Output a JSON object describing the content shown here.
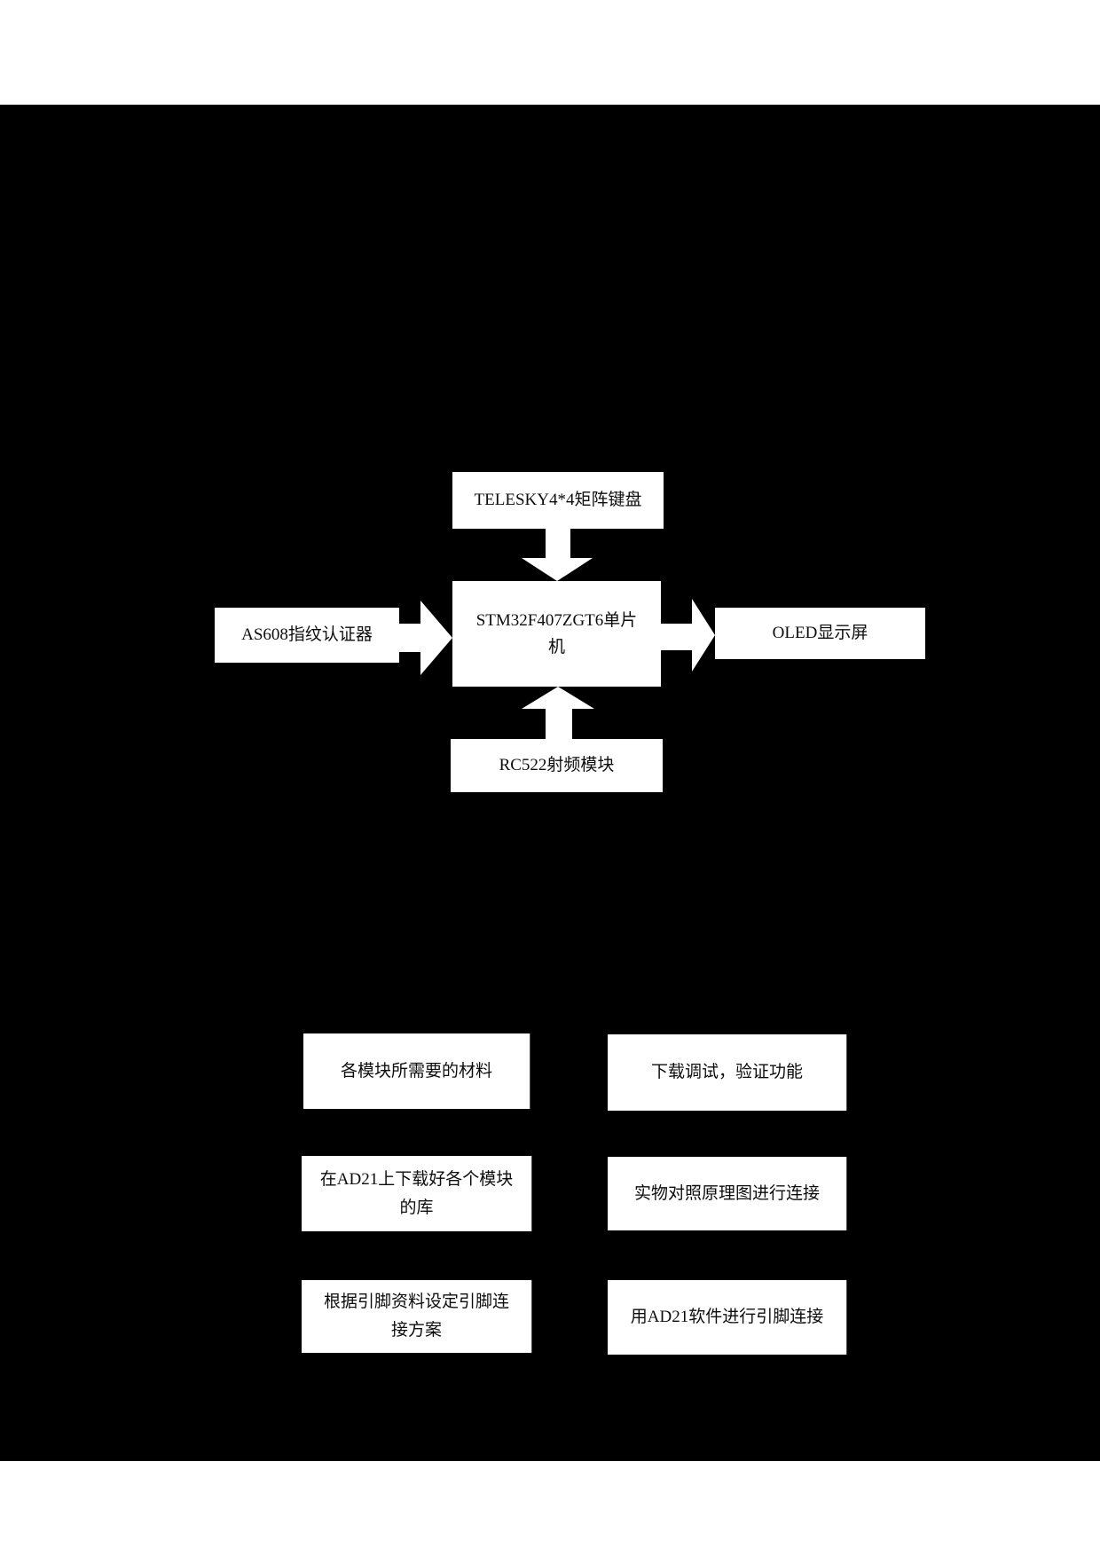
{
  "page": {
    "background_color": "#000000",
    "margin_color": "#ffffff",
    "accent_color": "#ffffff"
  },
  "block_diagram": {
    "top_box": "TELESKY4*4矩阵键盘",
    "left_box": "AS608指纹认证器",
    "center_box": "STM32F407ZGT6单片\n机",
    "right_box": "OLED显示屏",
    "bottom_box": "RC522射频模块"
  },
  "flow_boxes": {
    "left_col": [
      "各模块所需要的材料",
      "在AD21上下载好各个模块\n的库",
      "根据引脚资料设定引脚连\n接方案"
    ],
    "right_col": [
      "下载调试，验证功能",
      "实物对照原理图进行连接",
      "用AD21软件进行引脚连接"
    ]
  }
}
